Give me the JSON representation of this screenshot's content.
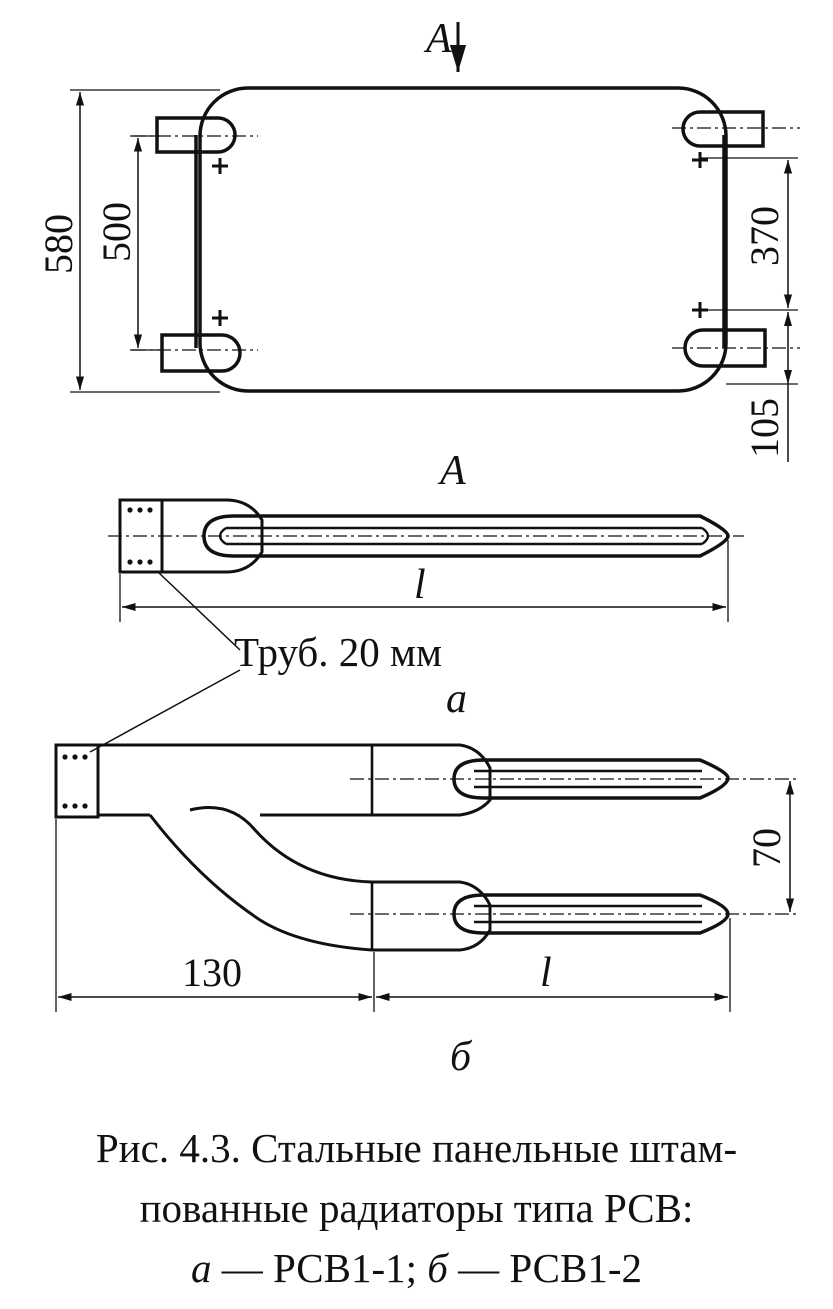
{
  "view_marker": "A",
  "view_label": "A",
  "top_view": {
    "dim_overall_height": "580",
    "dim_inner_height": "500",
    "dim_right_spacing": "370",
    "dim_bottom_offset": "105"
  },
  "variant_a": {
    "length_symbol": "l",
    "tube_note": "Труб. 20 мм",
    "sublabel": "а"
  },
  "variant_b": {
    "dim_offset": "70",
    "dim_connector": "130",
    "length_symbol": "l",
    "sublabel": "б"
  },
  "caption": {
    "line1": "Рис. 4.3. Стальные панельные штам-",
    "line2": "пованные радиаторы типа РСВ:",
    "line3_a": "а",
    "line3_a_text": " — РСВ1-1; ",
    "line3_b": "б",
    "line3_b_text": " — РСВ1-2"
  }
}
